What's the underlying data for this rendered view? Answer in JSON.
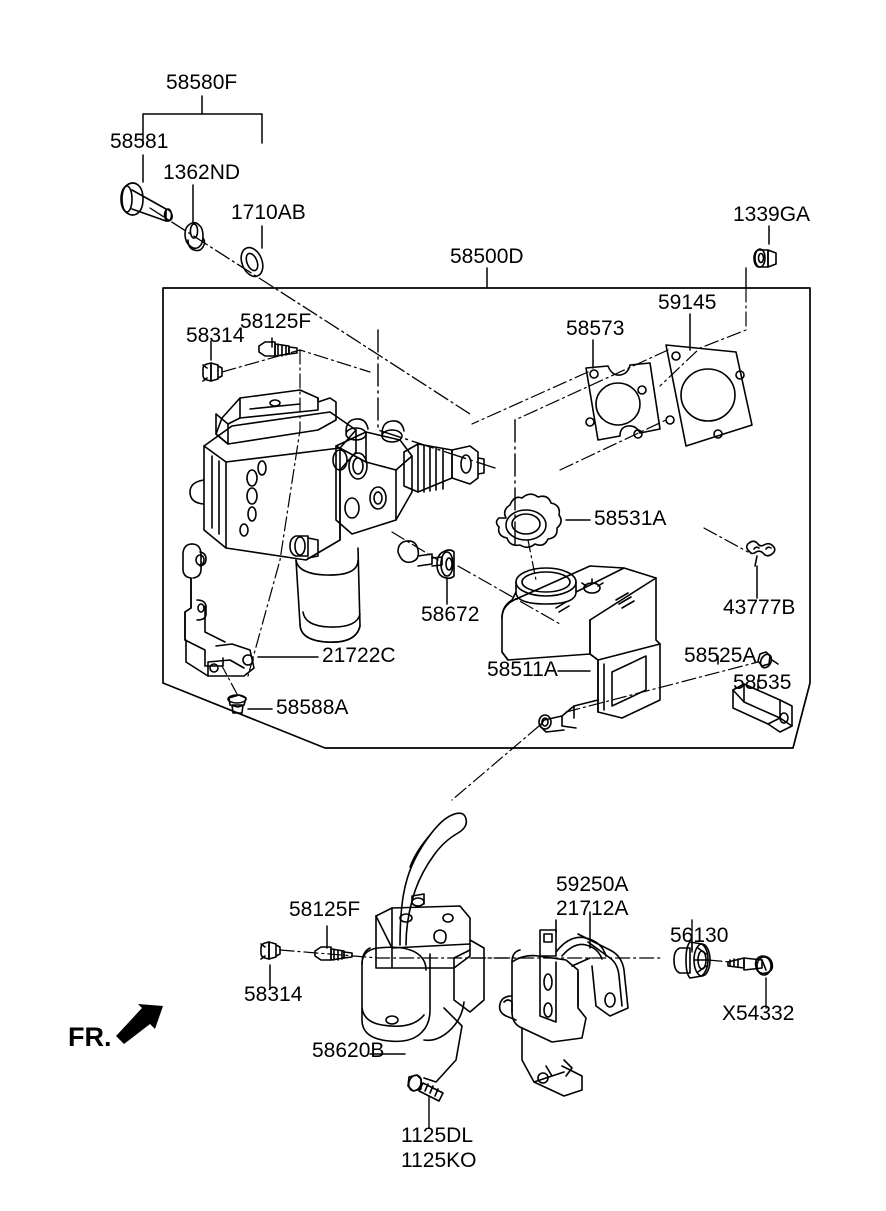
{
  "diagram": {
    "title": "Brake Master Cylinder / Booster Assembly Parts Diagram",
    "orientation_marker": "FR.",
    "line_color": "#000000",
    "background_color": "#ffffff"
  },
  "part_labels": {
    "p58580F": "58580F",
    "p58581": "58581",
    "p1362ND": "1362ND",
    "p1710AB": "1710AB",
    "p58500D": "58500D",
    "p1339GA": "1339GA",
    "p59145": "59145",
    "p58573": "58573",
    "p58314_top": "58314",
    "p58125F_top": "58125F",
    "p58531A": "58531A",
    "p58672": "58672",
    "p43777B": "43777B",
    "p21722C": "21722C",
    "p58511A": "58511A",
    "p58525A": "58525A",
    "p58535": "58535",
    "p58588A": "58588A",
    "p58125F_bot": "58125F",
    "p58314_bot": "58314",
    "p58620B": "58620B",
    "p59250A": "59250A",
    "p21712A": "21712A",
    "p56130": "56130",
    "pX54332": "X54332",
    "p1125DL": "1125DL",
    "p1125KO": "1125KO"
  },
  "components": {
    "c58581": "rod-bushing",
    "c1362ND": "clip-washer",
    "c1710AB": "o-ring-seal",
    "c1339GA": "flange-nut",
    "c59145": "booster-gasket",
    "c58573": "master-cylinder-gasket",
    "c58314": "grommet",
    "c58125F": "bleed-screw",
    "c58531A": "reservoir-cap",
    "c58511A": "reservoir-tank",
    "c58672": "seal-ring",
    "c43777B": "hose-clip",
    "c21722C": "mounting-bracket",
    "c58588A": "bolt",
    "c58525A": "bolt",
    "c58535": "sensor-connector",
    "c58620B": "vacuum-pump",
    "c59250A": "pump-bracket",
    "c56130": "damper-bushing",
    "cX54332": "bracket-bolt",
    "c1125DL": "flange-bolt",
    "c58500D": "brake-booster-assembly"
  }
}
